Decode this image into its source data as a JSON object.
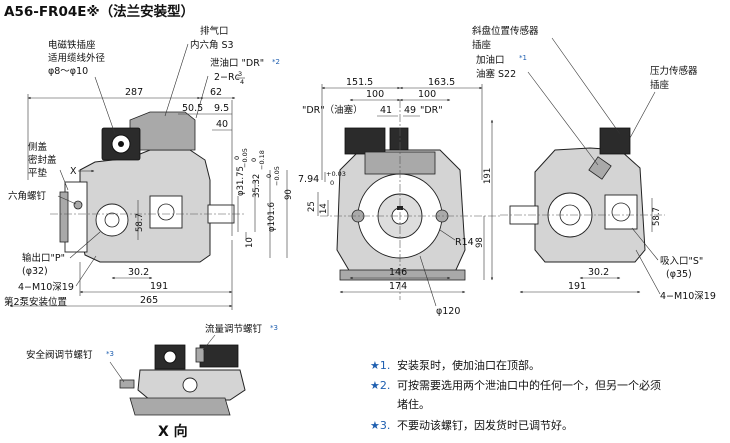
{
  "title": "A56-FR04E※（法兰安装型）",
  "x_view_label": "X 向",
  "left_view": {
    "solenoid_socket_line1": "电磁铁插座",
    "solenoid_socket_line2": "适用缆线外径",
    "solenoid_socket_line3": "φ8～φ10",
    "side_plug_line1": "侧盖",
    "side_plug_line2": "密封盖",
    "side_plug_line3": "平垫",
    "hex_bolt": "六角螺钉",
    "outlet_line1": "输出口\"P\"",
    "outlet_line2": "(φ32)",
    "thread_p": "4−M10深19",
    "second_pump": "第2泵安装位置",
    "x_marker": "X",
    "dim_287": "287",
    "dim_62": "62",
    "dim_50_5": "50.5",
    "dim_9_5": "9.5",
    "dim_40": "40",
    "dim_58_7": "58.7",
    "dim_30_2": "30.2",
    "dim_191": "191",
    "dim_265": "265",
    "dim_31_75": "φ31.75",
    "tol_31_75_top": "0",
    "tol_31_75_bot": "−0.05",
    "dim_35_32": "35.32",
    "tol_35_32_top": "0",
    "tol_35_32_bot": "−0.18",
    "dim_101_6": "φ101.6",
    "tol_101_6_top": "0",
    "tol_101_6_bot": "−0.05",
    "dim_90": "90",
    "dim_10": "10"
  },
  "center_view": {
    "air_vent_line1": "排气口",
    "air_vent_line2": "内六角 S3",
    "drain_line1": "泄油口 \"DR\"",
    "drain_line2": "2−Rc",
    "drain_frac_num": "3",
    "drain_frac_den": "4",
    "drain_star": "*2",
    "dim_151_5": "151.5",
    "dim_163_5": "163.5",
    "dim_100_l": "100",
    "dim_100_r": "100",
    "dr_oil_plug": "\"DR\"（油塞）",
    "dim_41": "41",
    "dim_49": "49",
    "dr_right": "\"DR\"",
    "dim_7_94": "7.94",
    "tol_7_94_top": "+0.03",
    "tol_7_94_bot": "0",
    "dim_25": "25",
    "dim_14": "14",
    "dim_191": "191",
    "dim_98": "98",
    "dim_r14": "R14",
    "dim_146": "146",
    "dim_174": "174",
    "dim_120": "φ120"
  },
  "right_view": {
    "swash_sensor_line1": "斜盘位置传感器",
    "swash_sensor_line2": "插座",
    "fill_port": "加油口",
    "fill_star": "*1",
    "oil_plug": "油塞 S22",
    "pressure_sensor_line1": "压力传感器",
    "pressure_sensor_line2": "插座",
    "inlet_line1": "吸入口\"S\"",
    "inlet_line2": "(φ35)",
    "thread_s": "4−M10深19",
    "dim_58_7": "58.7",
    "dim_30_2": "30.2",
    "dim_191": "191"
  },
  "x_view": {
    "flow_screw": "流量调节螺钉",
    "flow_star": "*3",
    "relief_screw": "安全阀调节螺钉",
    "relief_star": "*3"
  },
  "notes": [
    {
      "mark": "★1.",
      "text": "安装泵时，使加油口在顶部。"
    },
    {
      "mark": "★2.",
      "text": "可按需要选用两个泄油口中的任何一个，但另一个必须"
    },
    {
      "mark": "",
      "text": "堵住。"
    },
    {
      "mark": "★3.",
      "text": "不要动该螺钉，因发货时已调节好。"
    }
  ]
}
